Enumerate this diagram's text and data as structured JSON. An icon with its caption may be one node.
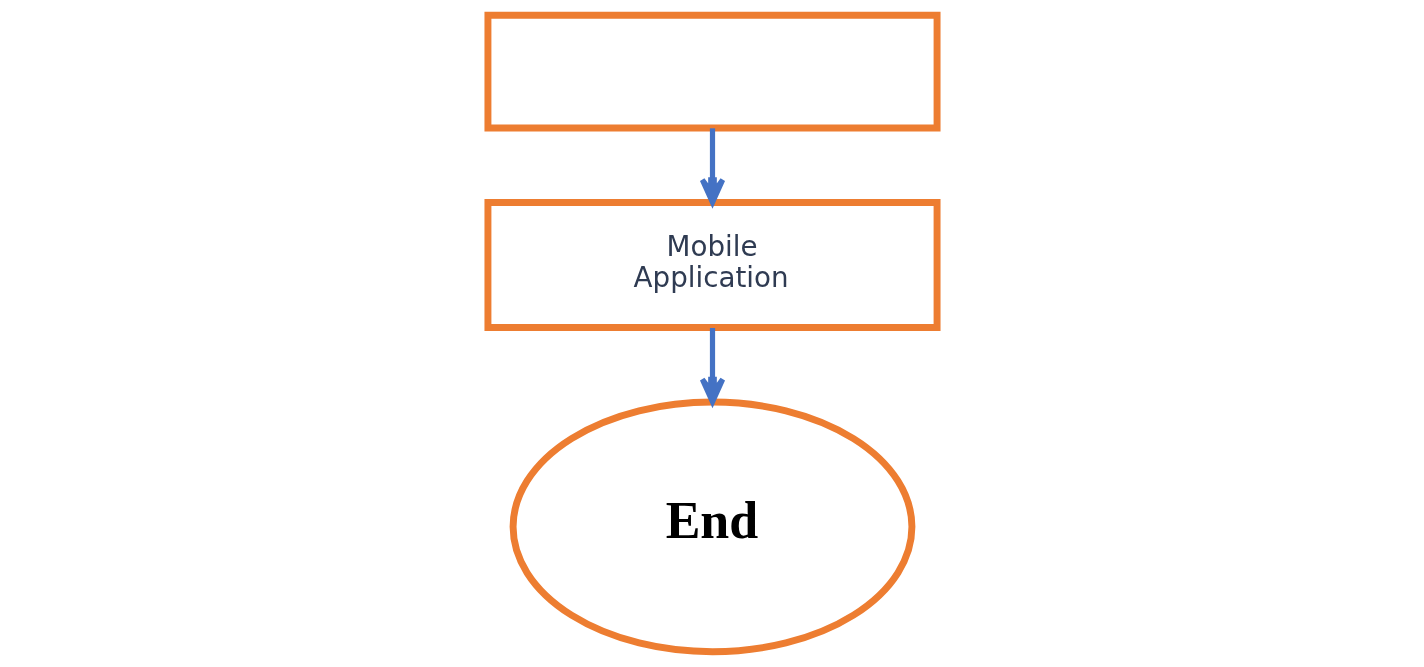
{
  "diagram": {
    "nodes": [
      {
        "text": [],
        "shape": "box"
      },
      {
        "text": [
          "Mobile Application"
        ]
      },
      {
        "text": [
          "End"
        ]
      }
    ],
    "edges": [
      {
        "from": 0,
        "to": 1,
        "arrow": "to"
      },
      {
        "from": 1,
        "to": 2,
        "arrow": "to"
      }
    ]
  }
}
